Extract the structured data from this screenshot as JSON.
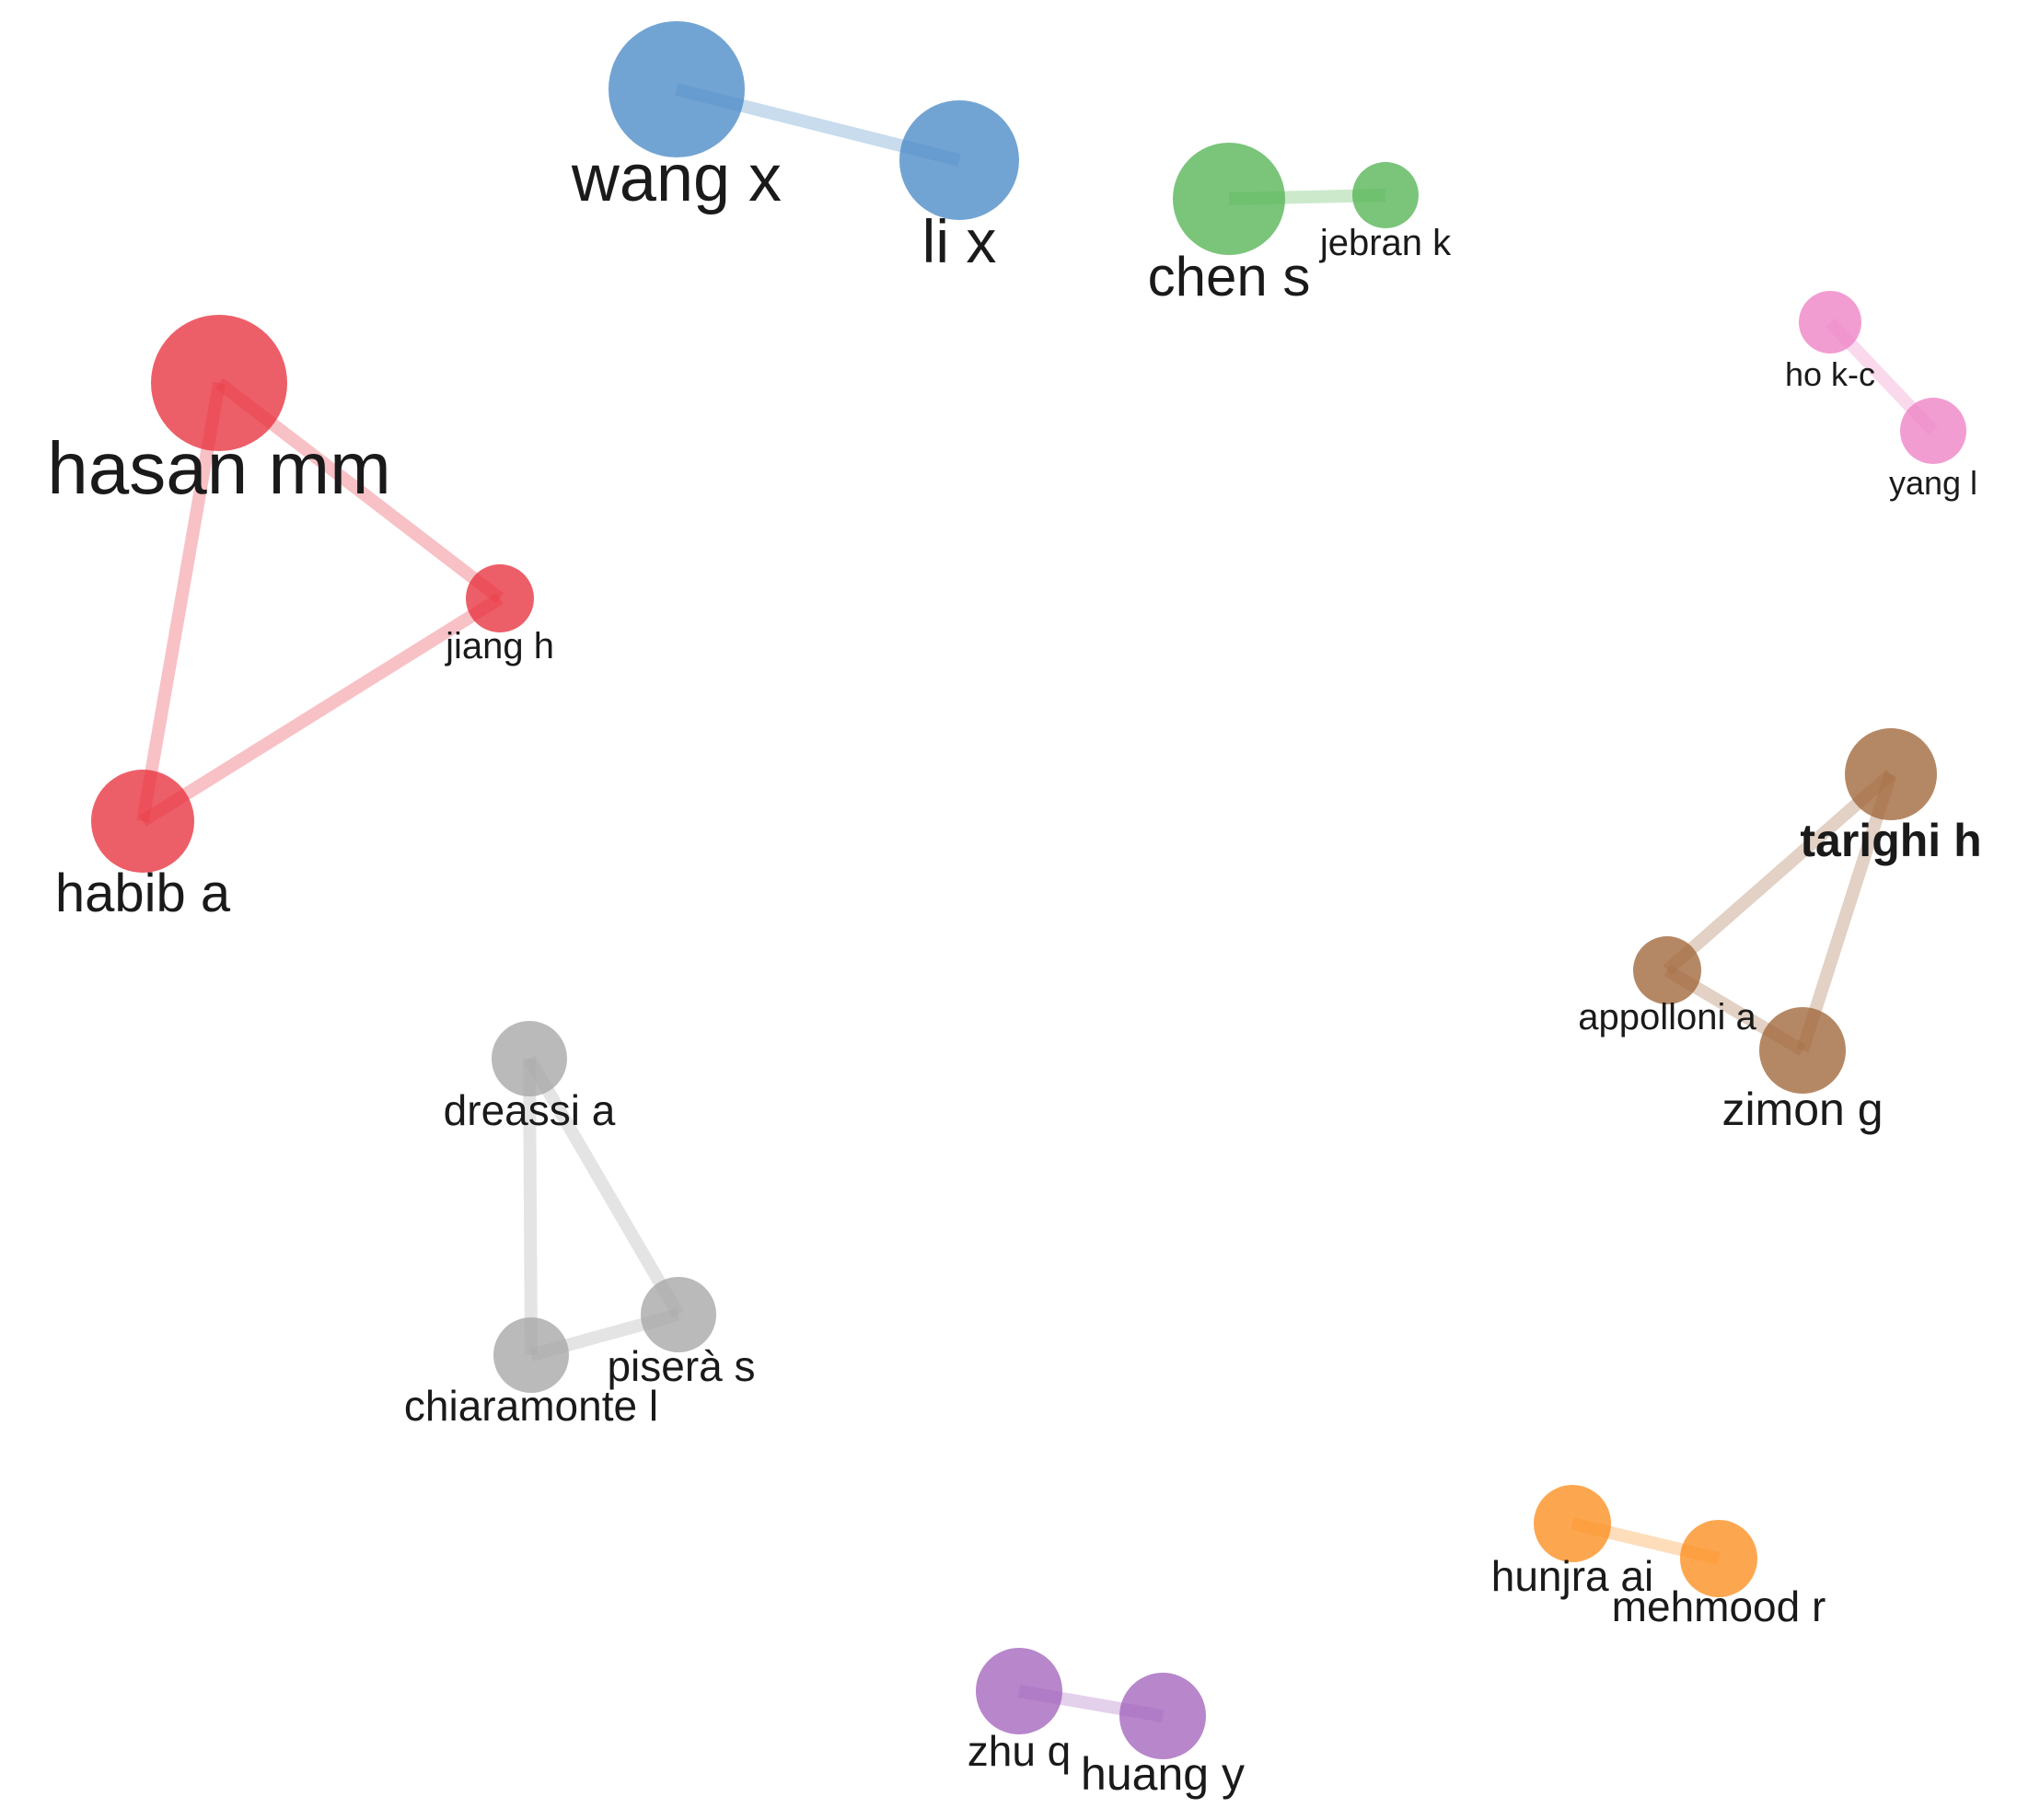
{
  "clusters": [
    {
      "id": "blue",
      "color": "#4a8ac6"
    },
    {
      "id": "green",
      "color": "#55b555"
    },
    {
      "id": "pink",
      "color": "#ee82c5"
    },
    {
      "id": "red",
      "color": "#e8323e"
    },
    {
      "id": "brown",
      "color": "#a0663a"
    },
    {
      "id": "gray",
      "color": "#a6a6a6"
    },
    {
      "id": "orange",
      "color": "#fb8e1f"
    },
    {
      "id": "purple",
      "color": "#a364bc"
    }
  ],
  "nodes": [
    {
      "id": "wang_x",
      "label": "wang x",
      "cluster": "blue"
    },
    {
      "id": "li_x",
      "label": "li x",
      "cluster": "blue"
    },
    {
      "id": "chen_s",
      "label": "chen s",
      "cluster": "green"
    },
    {
      "id": "jebran_k",
      "label": "jebran k",
      "cluster": "green"
    },
    {
      "id": "ho_k_c",
      "label": "ho k-c",
      "cluster": "pink"
    },
    {
      "id": "yang_l",
      "label": "yang l",
      "cluster": "pink"
    },
    {
      "id": "hasan_mm",
      "label": "hasan mm",
      "cluster": "red"
    },
    {
      "id": "jiang_h",
      "label": "jiang h",
      "cluster": "red"
    },
    {
      "id": "habib_a",
      "label": "habib a",
      "cluster": "red"
    },
    {
      "id": "tarighi_h",
      "label": "tarighi h",
      "cluster": "brown"
    },
    {
      "id": "appolloni_a",
      "label": "appolloni a",
      "cluster": "brown"
    },
    {
      "id": "zimon_g",
      "label": "zimon g",
      "cluster": "brown"
    },
    {
      "id": "dreassi_a",
      "label": "dreassi a",
      "cluster": "gray"
    },
    {
      "id": "pisera_s",
      "label": "piserà s",
      "cluster": "gray"
    },
    {
      "id": "chiaramonte_l",
      "label": "chiaramonte l",
      "cluster": "gray"
    },
    {
      "id": "hunjra_ai",
      "label": "hunjra ai",
      "cluster": "orange"
    },
    {
      "id": "mehmood_r",
      "label": "mehmood r",
      "cluster": "orange"
    },
    {
      "id": "zhu_q",
      "label": "zhu q",
      "cluster": "purple"
    },
    {
      "id": "huang_y",
      "label": "huang y",
      "cluster": "purple"
    }
  ],
  "edges": [
    {
      "source": "wang_x",
      "target": "li_x"
    },
    {
      "source": "chen_s",
      "target": "jebran_k"
    },
    {
      "source": "ho_k_c",
      "target": "yang_l"
    },
    {
      "source": "hasan_mm",
      "target": "jiang_h"
    },
    {
      "source": "hasan_mm",
      "target": "habib_a"
    },
    {
      "source": "jiang_h",
      "target": "habib_a"
    },
    {
      "source": "tarighi_h",
      "target": "appolloni_a"
    },
    {
      "source": "tarighi_h",
      "target": "zimon_g"
    },
    {
      "source": "appolloni_a",
      "target": "zimon_g"
    },
    {
      "source": "dreassi_a",
      "target": "pisera_s"
    },
    {
      "source": "dreassi_a",
      "target": "chiaramonte_l"
    },
    {
      "source": "pisera_s",
      "target": "chiaramonte_l"
    },
    {
      "source": "hunjra_ai",
      "target": "mehmood_r"
    },
    {
      "source": "zhu_q",
      "target": "huang_y"
    }
  ]
}
